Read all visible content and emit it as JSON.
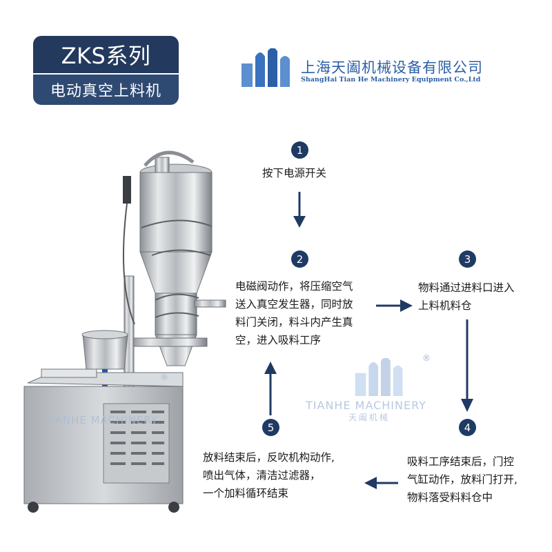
{
  "badge": {
    "series": "ZKS系列",
    "product": "电动真空上料机"
  },
  "brand": {
    "name_cn": "上海天阖机械设备有限公司",
    "name_en": "ShangHai Tian He Machinery Equipment Co.,Ltd"
  },
  "watermark": {
    "en": "TIANHE MACHINERY",
    "cn": "天阖机械",
    "reg": "®"
  },
  "steps": [
    {
      "num": "1",
      "lines": [
        "按下电源开关"
      ]
    },
    {
      "num": "2",
      "lines": [
        "电磁阀动作，将压缩空气",
        "送入真空发生器，同时放",
        "料门关闭，料斗内产生真",
        "空，进入吸料工序"
      ]
    },
    {
      "num": "3",
      "lines": [
        "物料通过进料口进入",
        "上料机料仓"
      ]
    },
    {
      "num": "4",
      "lines": [
        "吸料工序结束后，门控",
        "气缸动作，放料门打开,",
        "物料落受料料仓中"
      ]
    },
    {
      "num": "5",
      "lines": [
        "放料结束后，反吹机构动作,",
        "喷出气体，清洁过滤器，",
        "一个加料循环结束"
      ]
    }
  ],
  "colors": {
    "navy": "#1f3a63",
    "brand_blue": "#2b5fa8"
  }
}
